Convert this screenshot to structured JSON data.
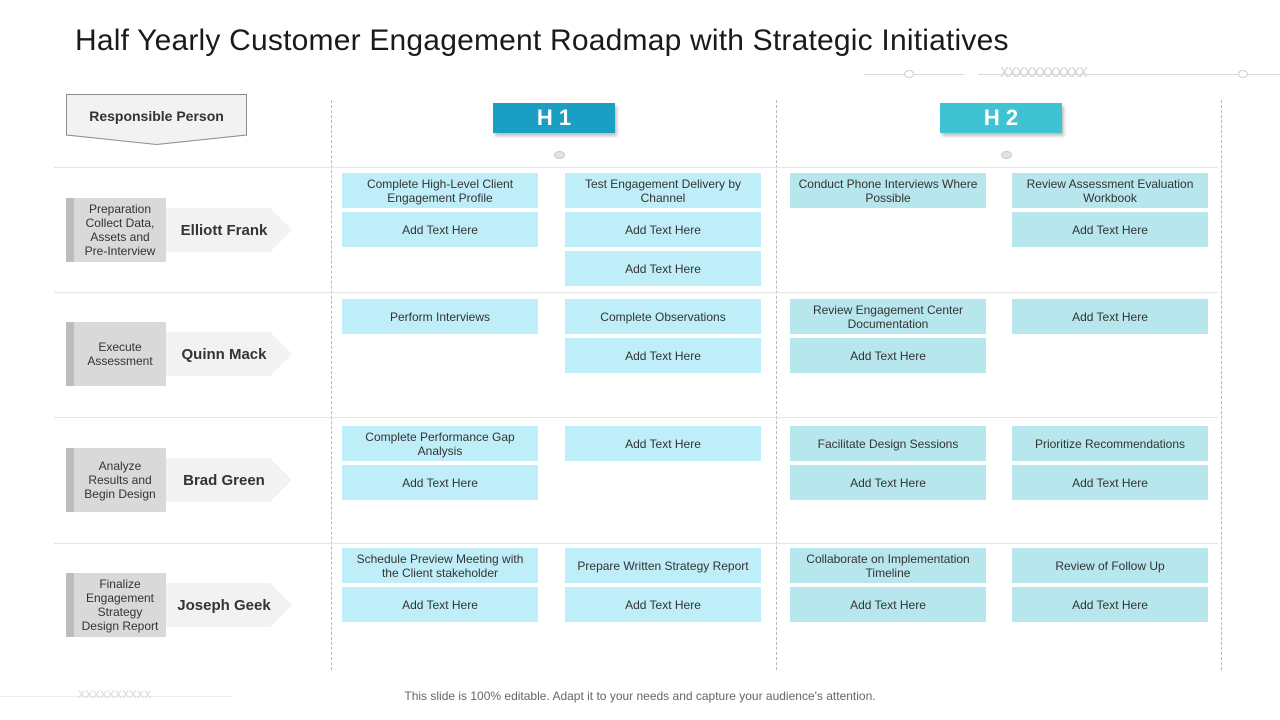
{
  "title": "Half Yearly Customer Engagement Roadmap with Strategic Initiatives",
  "responsible_label": "Responsible Person",
  "headers": [
    "H 1",
    "H 2"
  ],
  "decoration_x": "XXXXXXXXXXX",
  "colors": {
    "h1": "#1a9ec4",
    "h2": "#3fc2d2",
    "cell_h1": "#bfeef8",
    "cell_h2": "#b7e6ec"
  },
  "rows": [
    {
      "phase": "Preparation Collect Data, Assets and Pre-Interview",
      "person": "Elliott Frank",
      "cols": [
        [
          "Complete High-Level Client Engagement Profile",
          "Add Text Here"
        ],
        [
          "Test Engagement Delivery by Channel",
          "Add Text Here",
          "Add Text Here"
        ],
        [
          "Conduct Phone Interviews Where Possible"
        ],
        [
          "Review Assessment Evaluation Workbook",
          "Add Text Here"
        ]
      ]
    },
    {
      "phase": "Execute Assessment",
      "person": "Quinn Mack",
      "cols": [
        [
          "Perform Interviews"
        ],
        [
          "Complete Observations",
          "Add Text Here"
        ],
        [
          "Review Engagement Center Documentation",
          "Add Text Here"
        ],
        [
          "Add Text Here"
        ]
      ]
    },
    {
      "phase": "Analyze Results and Begin Design",
      "person": "Brad Green",
      "cols": [
        [
          "Complete Performance Gap Analysis",
          "Add Text Here"
        ],
        [
          "Add Text Here"
        ],
        [
          "Facilitate Design Sessions",
          "Add Text Here"
        ],
        [
          "Prioritize Recommendations",
          "Add Text Here"
        ]
      ]
    },
    {
      "phase": "Finalize Engagement Strategy Design Report",
      "person": "Joseph Geek",
      "cols": [
        [
          "Schedule Preview Meeting with the Client stakeholder",
          "Add Text Here"
        ],
        [
          "Prepare Written Strategy Report",
          "Add Text Here"
        ],
        [
          "Collaborate on Implementation Timeline",
          "Add Text Here"
        ],
        [
          "Review of Follow Up",
          "Add Text Here"
        ]
      ]
    }
  ],
  "footer": "This slide is 100% editable. Adapt it to your needs and capture your audience's attention.",
  "footer_x": "XXXXXXXXXX"
}
